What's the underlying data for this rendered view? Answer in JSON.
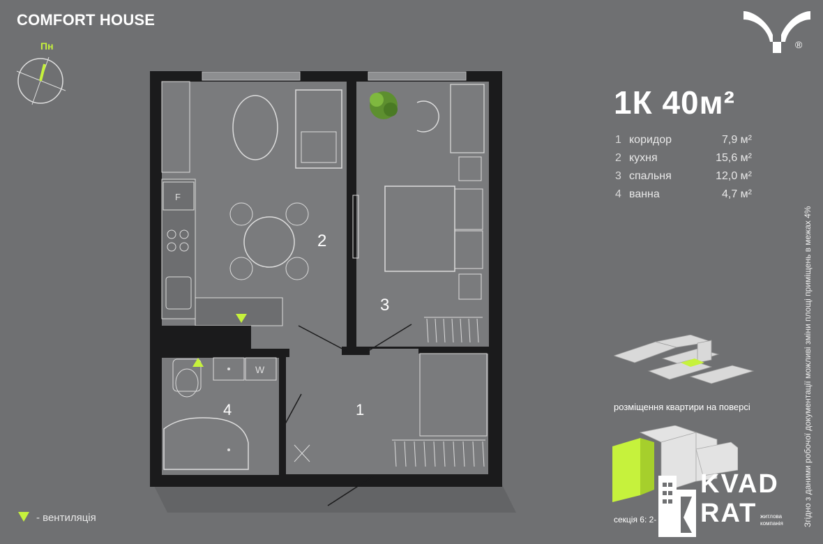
{
  "brand": {
    "name": "COMFORT HOUSE"
  },
  "compass": {
    "label": "Пн"
  },
  "apartment": {
    "title": "1К 40м²"
  },
  "rooms": [
    {
      "num": "1",
      "name": "коридор",
      "area": "7,9 м²"
    },
    {
      "num": "2",
      "name": "кухня",
      "area": "15,6 м²"
    },
    {
      "num": "3",
      "name": "спальня",
      "area": "12,0 м²"
    },
    {
      "num": "4",
      "name": "ванна",
      "area": "4,7 м²"
    }
  ],
  "plan_labels": {
    "r1": "1",
    "r2": "2",
    "r3": "3",
    "r4": "4",
    "fridge": "F",
    "washer": "W"
  },
  "floor_caption": "розміщення квартири на поверсі",
  "legend": {
    "text": "- вентиляція"
  },
  "note": "Згідно з даними робочої документації можливі зміни площі приміщень в межах 4%",
  "section_text": "секція 6: 2-",
  "developer": {
    "line1": "KVAD",
    "line2": "RAT",
    "tag1": "житлова",
    "tag2": "компанія"
  },
  "colors": {
    "background": "#6f7072",
    "accent": "#c6f23c",
    "wall": "#1b1b1c",
    "floor": "#7a7b7d"
  }
}
